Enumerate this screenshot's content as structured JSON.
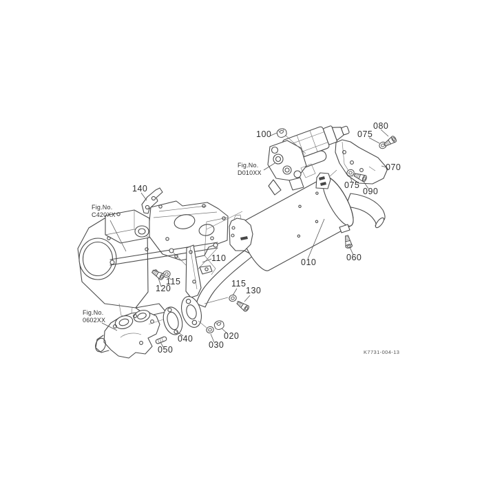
{
  "figure": {
    "drawing_number": "K7731-004-13",
    "colors": {
      "background": "#ffffff",
      "line": "#4a4a4a",
      "text": "#2e2e2e"
    }
  },
  "fig_refs": [
    {
      "id": "fig-ref-d010xx",
      "line1": "Fig.No.",
      "line2": "D010XX"
    },
    {
      "id": "fig-ref-c420xx",
      "line1": "Fig.No.",
      "line2": "C420XX"
    },
    {
      "id": "fig-ref-0602xx",
      "line1": "Fig.No.",
      "line2": "0602XX"
    }
  ],
  "callouts": [
    {
      "id": "callout-100",
      "label": "100"
    },
    {
      "id": "callout-080",
      "label": "080"
    },
    {
      "id": "callout-075-upper",
      "label": "075"
    },
    {
      "id": "callout-070",
      "label": "070"
    },
    {
      "id": "callout-075-lower",
      "label": "075"
    },
    {
      "id": "callout-090",
      "label": "090"
    },
    {
      "id": "callout-140",
      "label": "140"
    },
    {
      "id": "callout-110",
      "label": "110"
    },
    {
      "id": "callout-010",
      "label": "010"
    },
    {
      "id": "callout-060",
      "label": "060"
    },
    {
      "id": "callout-120",
      "label": "120"
    },
    {
      "id": "callout-115-left",
      "label": "115"
    },
    {
      "id": "callout-115-right",
      "label": "115"
    },
    {
      "id": "callout-130",
      "label": "130"
    },
    {
      "id": "callout-050",
      "label": "050"
    },
    {
      "id": "callout-040",
      "label": "040"
    },
    {
      "id": "callout-030",
      "label": "030"
    },
    {
      "id": "callout-020",
      "label": "020"
    }
  ]
}
